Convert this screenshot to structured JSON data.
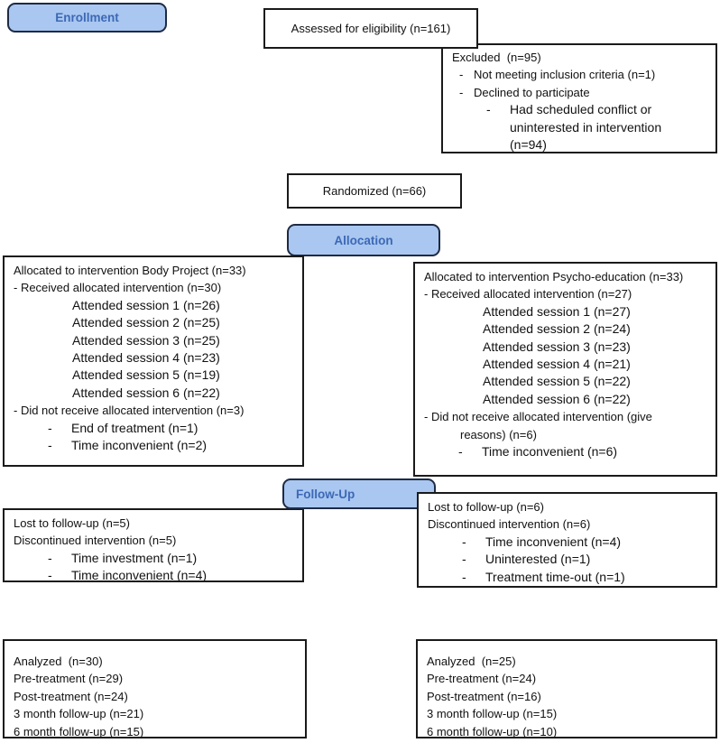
{
  "title": "Participant flow diagram",
  "colors": {
    "pill_fill": "#a9c7f0",
    "pill_border": "#1e2b45",
    "pill_text": "#3c68b6",
    "box_border": "#1a1a1a",
    "text": "#111111",
    "background": "#ffffff"
  },
  "stage_labels": {
    "enrollment": "Enrollment",
    "allocation": "Allocation",
    "followup": "Follow-Up"
  },
  "boxes": {
    "assessed": {
      "text": "Assessed for eligibility (n=161)"
    },
    "excluded": {
      "lines": [
        {
          "t": "Excluded  (n=95)",
          "s": "p"
        },
        {
          "b": "-",
          "t": "Not meeting inclusion criteria (n=1)",
          "s": "d1"
        },
        {
          "b": "-",
          "t": "Declined to participate",
          "s": "d1"
        },
        {
          "b": "-",
          "t": "Had scheduled conflict or",
          "s": "d2"
        },
        {
          "t": "uninterested in intervention",
          "s": "c2"
        },
        {
          "t": "(n=94)",
          "s": "c2"
        }
      ]
    },
    "randomized": {
      "text": "Randomized (n=66)"
    },
    "allocated_left": {
      "lines": [
        {
          "t": "Allocated to intervention Body Project (n=33)",
          "s": "p"
        },
        {
          "t": "- Received allocated intervention (n=30)",
          "s": "p"
        },
        {
          "t": "Attended session 1 (n=26)",
          "s": "sess"
        },
        {
          "t": "Attended session 2 (n=25)",
          "s": "sess"
        },
        {
          "t": "Attended session 3 (n=25)",
          "s": "sess"
        },
        {
          "t": "Attended session 4 (n=23)",
          "s": "sess"
        },
        {
          "t": "Attended session 5 (n=19)",
          "s": "sess"
        },
        {
          "t": "Attended session 6 (n=22)",
          "s": "sess"
        },
        {
          "t": "- Did not receive allocated intervention (n=3)",
          "s": "p"
        },
        {
          "b": "-",
          "t": "End of treatment (n=1)",
          "s": "d2"
        },
        {
          "b": "-",
          "t": "Time inconvenient (n=2)",
          "s": "d2"
        }
      ]
    },
    "allocated_right": {
      "lines": [
        {
          "t": "Allocated to intervention Psycho-education (n=33)",
          "s": "p"
        },
        {
          "t": "- Received allocated intervention (n=27)",
          "s": "p"
        },
        {
          "t": "Attended session 1 (n=27)",
          "s": "sess"
        },
        {
          "t": "Attended session 2 (n=24)",
          "s": "sess"
        },
        {
          "t": "Attended session 3 (n=23)",
          "s": "sess"
        },
        {
          "t": "Attended session 4 (n=21)",
          "s": "sess"
        },
        {
          "t": "Attended session 5 (n=22)",
          "s": "sess"
        },
        {
          "t": "Attended session 6 (n=22)",
          "s": "sess"
        },
        {
          "t": "- Did not receive allocated intervention (give",
          "s": "p"
        },
        {
          "t": "reasons) (n=6)",
          "s": "c1"
        },
        {
          "b": "-",
          "t": "Time inconvenient (n=6)",
          "s": "d2"
        }
      ]
    },
    "followup_left": {
      "lines": [
        {
          "t": "Lost to follow-up (n=5)",
          "s": "p"
        },
        {
          "t": "Discontinued intervention (n=5)",
          "s": "p"
        },
        {
          "b": "-",
          "t": "Time investment (n=1)",
          "s": "d2"
        },
        {
          "b": "-",
          "t": "Time inconvenient (n=4)",
          "s": "d2"
        }
      ]
    },
    "followup_right": {
      "lines": [
        {
          "t": "Lost to follow-up (n=6)",
          "s": "p"
        },
        {
          "t": "Discontinued intervention (n=6)",
          "s": "p"
        },
        {
          "b": "-",
          "t": "Time inconvenient (n=4)",
          "s": "d2"
        },
        {
          "b": "-",
          "t": "Uninterested (n=1)",
          "s": "d2"
        },
        {
          "b": "-",
          "t": "Treatment time-out (n=1)",
          "s": "d2"
        }
      ]
    },
    "analyzed_left": {
      "lines": [
        {
          "t": "Analyzed  (n=30)",
          "s": "p"
        },
        {
          "t": "Pre-treatment (n=29)",
          "s": "p"
        },
        {
          "t": "Post-treatment (n=24)",
          "s": "p"
        },
        {
          "t": "3 month follow-up (n=21)",
          "s": "p"
        },
        {
          "t": "6 month follow-up (n=15)",
          "s": "p"
        }
      ]
    },
    "analyzed_right": {
      "lines": [
        {
          "t": "Analyzed  (n=25)",
          "s": "p"
        },
        {
          "t": "Pre-treatment (n=24)",
          "s": "p"
        },
        {
          "t": "Post-treatment (n=16)",
          "s": "p"
        },
        {
          "t": "3 month follow-up (n=15)",
          "s": "p"
        },
        {
          "t": "6 month follow-up (n=10)",
          "s": "p"
        }
      ]
    }
  }
}
